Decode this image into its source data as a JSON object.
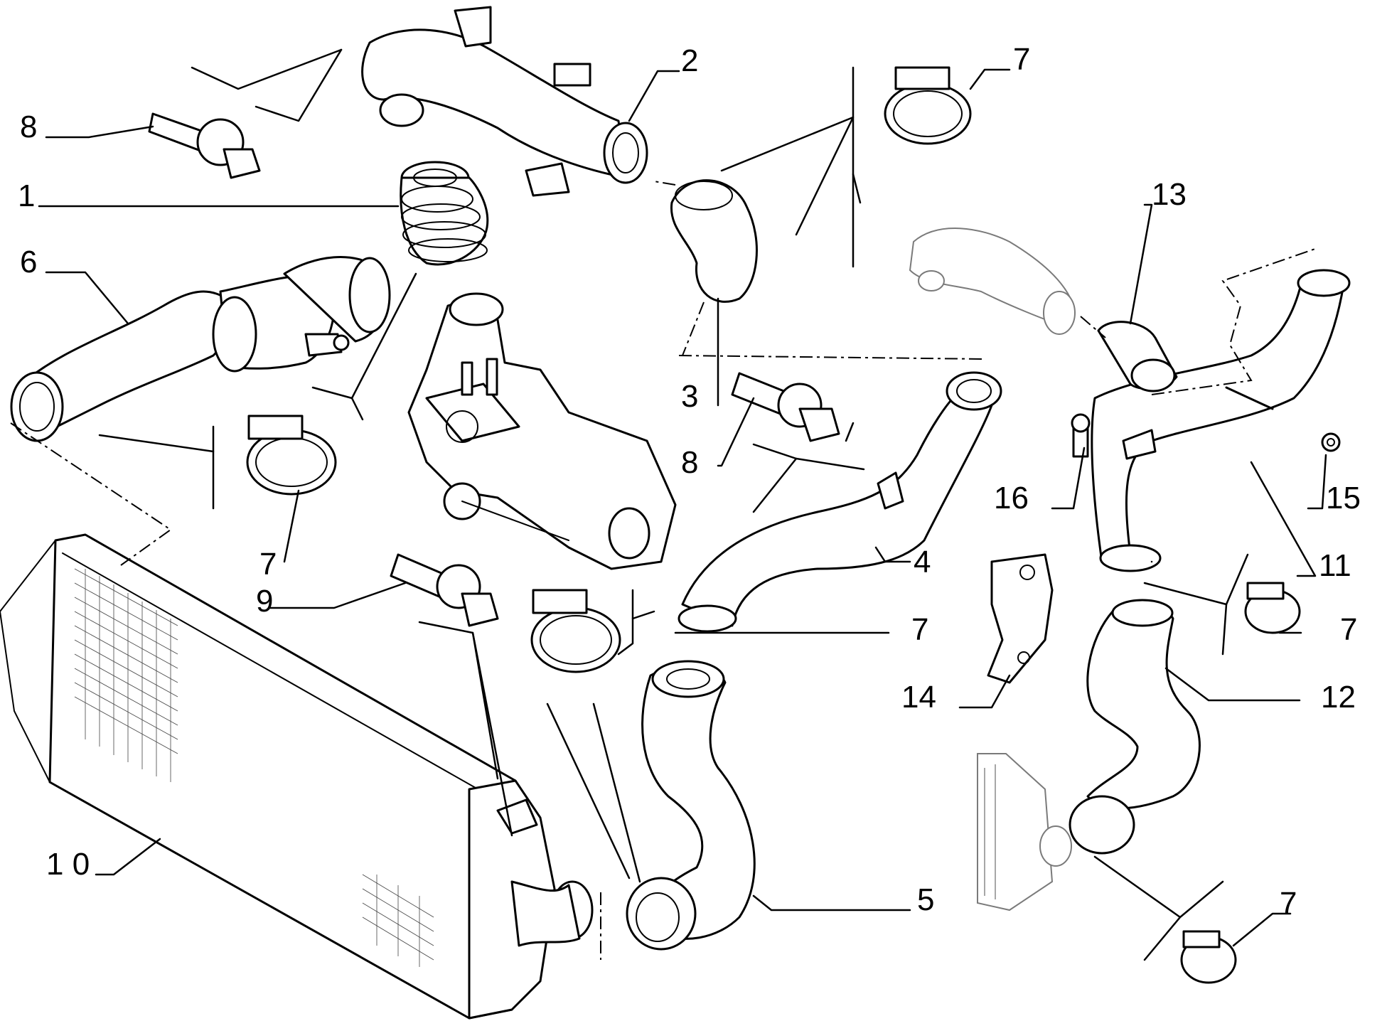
{
  "diagram": {
    "type": "exploded-parts-diagram",
    "colors": {
      "line": "#000000",
      "background": "#ffffff",
      "ghost": "#7a7a7a"
    },
    "callouts": [
      {
        "id": "c8a",
        "label": "8"
      },
      {
        "id": "c1",
        "label": "1"
      },
      {
        "id": "c6",
        "label": "6"
      },
      {
        "id": "c2",
        "label": "2"
      },
      {
        "id": "c7a",
        "label": "7"
      },
      {
        "id": "c13",
        "label": "13"
      },
      {
        "id": "c3",
        "label": "3"
      },
      {
        "id": "c8b",
        "label": "8"
      },
      {
        "id": "c16",
        "label": "16"
      },
      {
        "id": "c15",
        "label": "15"
      },
      {
        "id": "c7b",
        "label": "7"
      },
      {
        "id": "c4",
        "label": "4"
      },
      {
        "id": "c11",
        "label": "11"
      },
      {
        "id": "c9",
        "label": "9"
      },
      {
        "id": "c7c",
        "label": "7"
      },
      {
        "id": "c7d",
        "label": "7"
      },
      {
        "id": "c14",
        "label": "14"
      },
      {
        "id": "c12",
        "label": "12"
      },
      {
        "id": "c10",
        "label": "1 0"
      },
      {
        "id": "c5",
        "label": "5"
      },
      {
        "id": "c7e",
        "label": "7"
      }
    ]
  }
}
